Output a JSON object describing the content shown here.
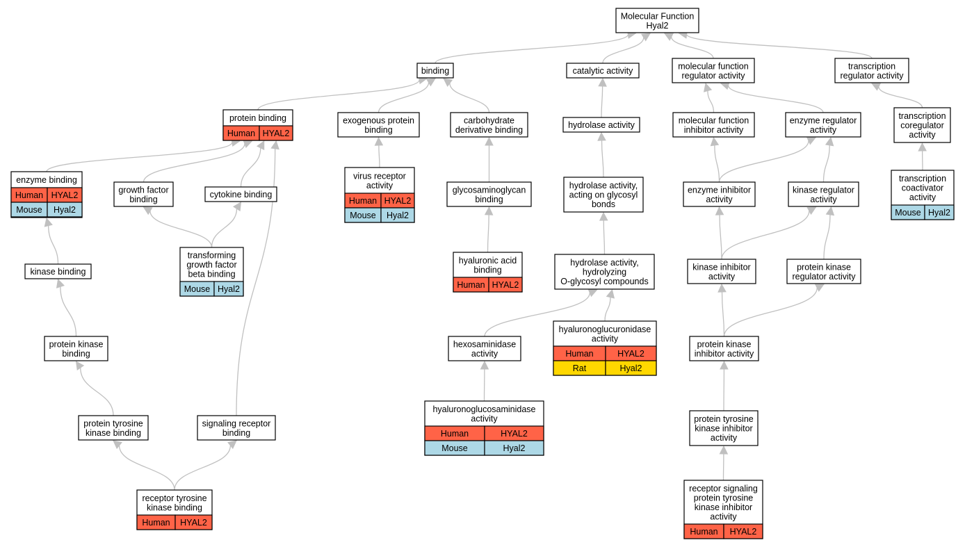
{
  "colors": {
    "Human": "#ff6347",
    "Mouse": "#add8e6",
    "Rat": "#ffd700",
    "edge": "#c0c0c0"
  },
  "nodes": {
    "root": {
      "lines": [
        "Molecular Function",
        "Hyal2"
      ]
    },
    "binding": {
      "lines": [
        "binding"
      ]
    },
    "catalytic": {
      "lines": [
        "catalytic activity"
      ]
    },
    "mfreg": {
      "lines": [
        "molecular function",
        "regulator activity"
      ]
    },
    "transreg": {
      "lines": [
        "transcription",
        "regulator activity"
      ]
    },
    "protbind": {
      "lines": [
        "protein binding"
      ],
      "rows": [
        [
          "Human",
          "HYAL2"
        ]
      ]
    },
    "exogenous": {
      "lines": [
        "exogenous protein",
        "binding"
      ]
    },
    "carbo": {
      "lines": [
        "carbohydrate",
        "derivative binding"
      ]
    },
    "hydrolase": {
      "lines": [
        "hydrolase activity"
      ]
    },
    "mfinhib": {
      "lines": [
        "molecular function",
        "inhibitor activity"
      ]
    },
    "enzreg": {
      "lines": [
        "enzyme regulator",
        "activity"
      ]
    },
    "transcoreg": {
      "lines": [
        "transcription",
        "coregulator",
        "activity"
      ]
    },
    "enzbind": {
      "lines": [
        "enzyme binding"
      ],
      "rows": [
        [
          "Human",
          "HYAL2"
        ],
        [
          "Mouse",
          "Hyal2"
        ]
      ]
    },
    "growth": {
      "lines": [
        "growth factor",
        "binding"
      ]
    },
    "cytokine": {
      "lines": [
        "cytokine binding"
      ]
    },
    "virus": {
      "lines": [
        "virus receptor",
        "activity"
      ],
      "rows": [
        [
          "Human",
          "HYAL2"
        ],
        [
          "Mouse",
          "Hyal2"
        ]
      ]
    },
    "gag": {
      "lines": [
        "glycosaminoglycan",
        "binding"
      ]
    },
    "hydglyc": {
      "lines": [
        "hydrolase activity,",
        "acting on glycosyl",
        "bonds"
      ]
    },
    "enzinhib": {
      "lines": [
        "enzyme inhibitor",
        "activity"
      ]
    },
    "kinreg": {
      "lines": [
        "kinase regulator",
        "activity"
      ]
    },
    "transcoact": {
      "lines": [
        "transcription",
        "coactivator",
        "activity"
      ],
      "rows": [
        [
          "Mouse",
          "Hyal2"
        ]
      ]
    },
    "kinbind": {
      "lines": [
        "kinase binding"
      ]
    },
    "tgfb": {
      "lines": [
        "transforming",
        "growth factor",
        "beta binding"
      ],
      "rows": [
        [
          "Mouse",
          "Hyal2"
        ]
      ]
    },
    "hyalacid": {
      "lines": [
        "hyaluronic acid",
        "binding"
      ],
      "rows": [
        [
          "Human",
          "HYAL2"
        ]
      ]
    },
    "hydoglyc": {
      "lines": [
        "hydrolase activity,",
        "hydrolyzing",
        "O-glycosyl compounds"
      ]
    },
    "kininhib": {
      "lines": [
        "kinase inhibitor",
        "activity"
      ]
    },
    "pkreg": {
      "lines": [
        "protein kinase",
        "regulator activity"
      ]
    },
    "pkbind": {
      "lines": [
        "protein kinase",
        "binding"
      ]
    },
    "hexos": {
      "lines": [
        "hexosaminidase",
        "activity"
      ]
    },
    "hyaluronog": {
      "lines": [
        "hyaluronoglucuronidase",
        "activity"
      ],
      "rows": [
        [
          "Human",
          "HYAL2"
        ],
        [
          "Rat",
          "Hyal2"
        ]
      ]
    },
    "pkinhib": {
      "lines": [
        "protein kinase",
        "inhibitor activity"
      ]
    },
    "ptkbind": {
      "lines": [
        "protein tyrosine",
        "kinase binding"
      ]
    },
    "sigrec": {
      "lines": [
        "signaling receptor",
        "binding"
      ]
    },
    "hyalglucos": {
      "lines": [
        "hyaluronoglucosaminidase",
        "activity"
      ],
      "rows": [
        [
          "Human",
          "HYAL2"
        ],
        [
          "Mouse",
          "Hyal2"
        ]
      ]
    },
    "ptkinhib": {
      "lines": [
        "protein tyrosine",
        "kinase inhibitor",
        "activity"
      ]
    },
    "rtkbind": {
      "lines": [
        "receptor tyrosine",
        "kinase binding"
      ],
      "rows": [
        [
          "Human",
          "HYAL2"
        ]
      ]
    },
    "rsptkinhib": {
      "lines": [
        "receptor signaling",
        "protein tyrosine",
        "kinase inhibitor",
        "activity"
      ],
      "rows": [
        [
          "Human",
          "HYAL2"
        ]
      ]
    }
  },
  "edges": [
    [
      "binding",
      "root"
    ],
    [
      "catalytic",
      "root"
    ],
    [
      "mfreg",
      "root"
    ],
    [
      "transreg",
      "root"
    ],
    [
      "protbind",
      "binding"
    ],
    [
      "exogenous",
      "binding"
    ],
    [
      "carbo",
      "binding"
    ],
    [
      "hydrolase",
      "catalytic"
    ],
    [
      "mfinhib",
      "mfreg"
    ],
    [
      "enzreg",
      "mfreg"
    ],
    [
      "transcoreg",
      "transreg"
    ],
    [
      "enzbind",
      "protbind"
    ],
    [
      "growth",
      "protbind"
    ],
    [
      "cytokine",
      "protbind"
    ],
    [
      "sigrec",
      "protbind"
    ],
    [
      "virus",
      "exogenous"
    ],
    [
      "gag",
      "carbo"
    ],
    [
      "hydglyc",
      "hydrolase"
    ],
    [
      "enzinhib",
      "mfinhib"
    ],
    [
      "enzinhib",
      "enzreg"
    ],
    [
      "kinreg",
      "enzreg"
    ],
    [
      "transcoact",
      "transcoreg"
    ],
    [
      "kinbind",
      "enzbind"
    ],
    [
      "tgfb",
      "growth"
    ],
    [
      "tgfb",
      "cytokine"
    ],
    [
      "hyalacid",
      "gag"
    ],
    [
      "hydoglyc",
      "hydglyc"
    ],
    [
      "kininhib",
      "enzinhib"
    ],
    [
      "kininhib",
      "kinreg"
    ],
    [
      "pkreg",
      "kinreg"
    ],
    [
      "pkbind",
      "kinbind"
    ],
    [
      "hexos",
      "hydoglyc"
    ],
    [
      "hyaluronog",
      "hydoglyc"
    ],
    [
      "pkinhib",
      "kininhib"
    ],
    [
      "pkinhib",
      "pkreg"
    ],
    [
      "ptkbind",
      "pkbind"
    ],
    [
      "hyalglucos",
      "hexos"
    ],
    [
      "ptkinhib",
      "pkinhib"
    ],
    [
      "rtkbind",
      "ptkbind"
    ],
    [
      "rtkbind",
      "sigrec"
    ],
    [
      "rsptkinhib",
      "ptkinhib"
    ]
  ]
}
